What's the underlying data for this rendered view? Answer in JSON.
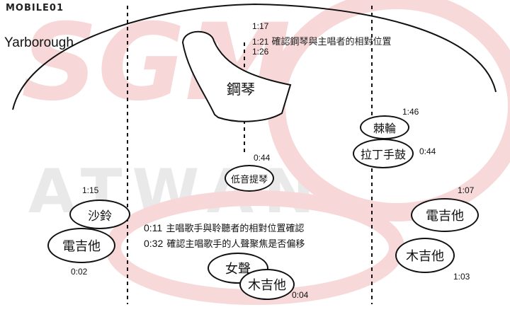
{
  "brand": {
    "logo_text": "MOBILE01"
  },
  "watermark": {
    "line1": "SGM",
    "line2": "ATWAN",
    "color": "#d42a2a"
  },
  "hall_label": "Yarborough",
  "piano_notes": [
    {
      "time": "1:17",
      "text": ""
    },
    {
      "time": "1:21",
      "text": "確認鋼琴與主唱者的相對位置"
    },
    {
      "time": "1:26",
      "text": ""
    }
  ],
  "instruments": {
    "piano": "鋼琴",
    "cello": "低音提琴",
    "cello_time": "0:44",
    "shaker": "沙鈴",
    "shaker_time": "1:15",
    "egtr_left": "電吉他",
    "egtr_left_time": "0:02",
    "tambourine": "棘輪",
    "tambourine_time": "1:46",
    "latin_drum": "拉丁手鼓",
    "latin_drum_time": "0:44",
    "egtr_right": "電吉他",
    "egtr_right_time": "1:07",
    "agtr_right": "木吉他",
    "agtr_right_time": "1:03",
    "female_vocal": "女聲",
    "agtr_center": "木吉他",
    "agtr_center_time": "0:04"
  },
  "center_notes": [
    {
      "time": "0:11",
      "text": "主唱歌手與聆聽者的相對位置確認"
    },
    {
      "time": "0:32",
      "text": "確認主唱歌手的人聲聚焦是否偏移"
    }
  ]
}
